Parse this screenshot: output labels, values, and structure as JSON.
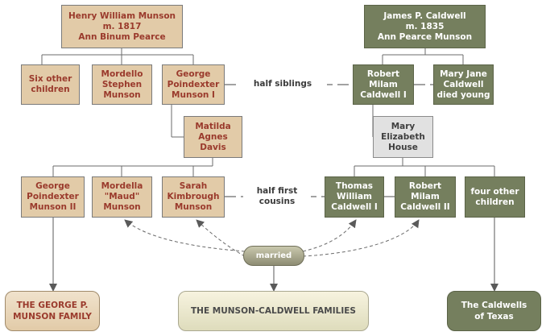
{
  "munson_side": {
    "patriarch": "Henry William Munson\nm. 1817\nAnn Binum Pearce",
    "six_other": "Six other\nchildren",
    "mordello": "Mordello\nStephen\nMunson",
    "george_i": "George\nPoindexter\nMunson I",
    "matilda": "Matilda\nAgnes\nDavis",
    "george_ii": "George\nPoindexter\nMunson II",
    "maud": "Mordella\n\"Maud\"\nMunson",
    "sarah": "Sarah\nKimbrough\nMunson"
  },
  "caldwell_side": {
    "patriarch": "James P. Caldwell\nm. 1835\nAnn Pearce Munson",
    "robert_i": "Robert\nMilam\nCaldwell I",
    "mary_jane": "Mary Jane\nCaldwell\ndied young",
    "mary_house": "Mary\nElizabeth\nHouse",
    "thomas": "Thomas\nWilliam\nCaldwell I",
    "robert_ii": "Robert\nMilam\nCaldwell II",
    "four_other": "four other\nchildren"
  },
  "relations": {
    "half_siblings": "half siblings",
    "half_first_cousins": "half first\ncousins",
    "married": "married"
  },
  "bottom": {
    "george_family": "THE GEORGE P.\nMUNSON FAMILY",
    "families": "THE MUNSON-CALDWELL FAMILIES",
    "caldwells": "The Caldwells\nof Texas"
  },
  "colors": {
    "munson_fill": "#e2cba8",
    "munson_text": "#9a3a2c",
    "caldwell_fill": "#757f5e",
    "spouse_fill": "#e1e1e1"
  }
}
